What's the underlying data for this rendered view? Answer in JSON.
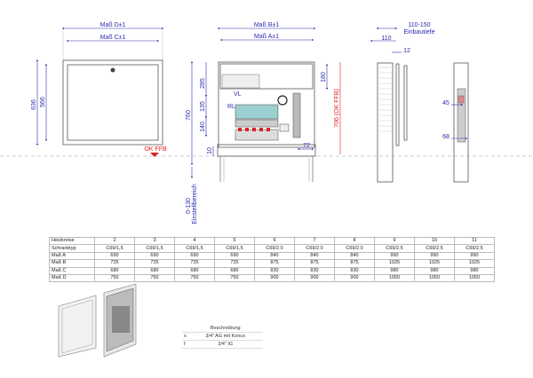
{
  "front_view": {
    "mass_d": "Maß D±1",
    "mass_c": "Maß C±1",
    "h_outer": "636",
    "h_inner": "566",
    "ok_ffb": "OK FFB"
  },
  "middle_view": {
    "mass_b": "Maß B±1",
    "mass_a": "Maß A±1",
    "h_760": "760",
    "h_285": "285",
    "h_135": "135",
    "h_140": "140",
    "h_10": "10",
    "h_180": "180",
    "h_706": "706 (OK FFB)",
    "w_72": "72",
    "adjust": "0-130",
    "adjust_label": "Einstellbereich",
    "vl": "VL",
    "rl": "RL"
  },
  "side_view": {
    "depth": "110-150",
    "depth_label": "Einbautiefe",
    "d_110": "110",
    "d_12": "12",
    "d_45": "45",
    "d_68": "68"
  },
  "table": {
    "rows": [
      [
        "Heizkreise",
        "2",
        "3",
        "4",
        "5",
        "6",
        "7",
        "8",
        "9",
        "10",
        "11"
      ],
      [
        "Schranktyp",
        "C69/1,5",
        "C69/1,5",
        "C69/1,5",
        "C69/1,5",
        "C69/2.0",
        "C69/2.0",
        "C69/2.0",
        "C69/2.5",
        "C69/2.5",
        "C69/2.5"
      ],
      [
        "Maß A",
        "690",
        "690",
        "690",
        "690",
        "840",
        "840",
        "840",
        "990",
        "990",
        "990"
      ],
      [
        "Maß B",
        "725",
        "725",
        "725",
        "725",
        "875",
        "875",
        "875",
        "1025",
        "1025",
        "1025"
      ],
      [
        "Maß C",
        "680",
        "680",
        "680",
        "680",
        "830",
        "830",
        "830",
        "980",
        "980",
        "980"
      ],
      [
        "Maß D",
        "750",
        "750",
        "750",
        "750",
        "900",
        "900",
        "900",
        "1050",
        "1050",
        "1050"
      ]
    ]
  },
  "legend": {
    "header": "Beschreibung",
    "items": [
      {
        "key": "s",
        "desc": "3/4\" AG mit Konus"
      },
      {
        "key": "f",
        "desc": "3/4\" IG"
      }
    ]
  },
  "colors": {
    "dimension": "#2a2ab0",
    "reference": "#e02020"
  }
}
